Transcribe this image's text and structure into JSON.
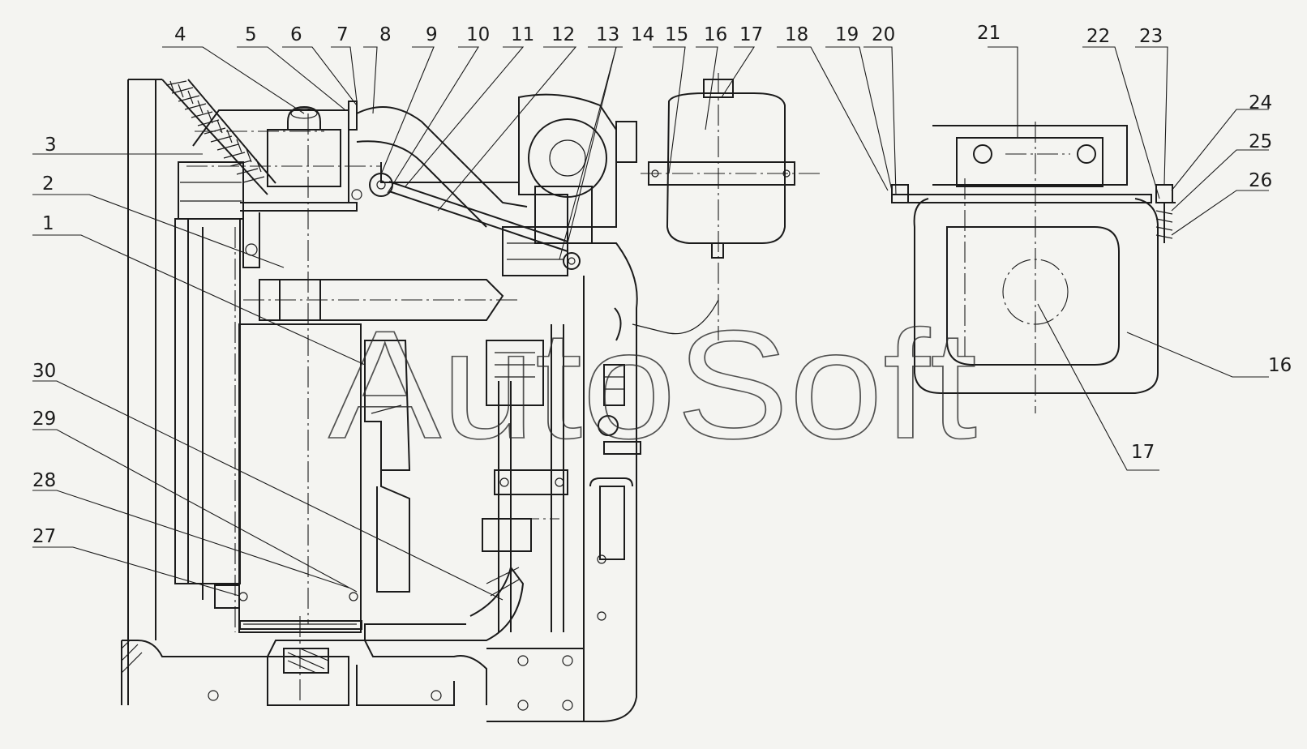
{
  "watermark": "AutoSoft",
  "callouts": {
    "c1": "1",
    "c2": "2",
    "c3": "3",
    "c4": "4",
    "c5": "5",
    "c6": "6",
    "c7": "7",
    "c8": "8",
    "c9": "9",
    "c10": "10",
    "c11": "11",
    "c12": "12",
    "c13": "13",
    "c14": "14",
    "c15": "15",
    "c16": "16",
    "c17": "17",
    "c18": "18",
    "c19": "19",
    "c20": "20",
    "c21": "21",
    "c22": "22",
    "c23": "23",
    "c24": "24",
    "c25": "25",
    "c26": "26",
    "c27": "27",
    "c28": "28",
    "c29": "29",
    "c30": "30",
    "c16b": "16",
    "c17b": "17"
  }
}
